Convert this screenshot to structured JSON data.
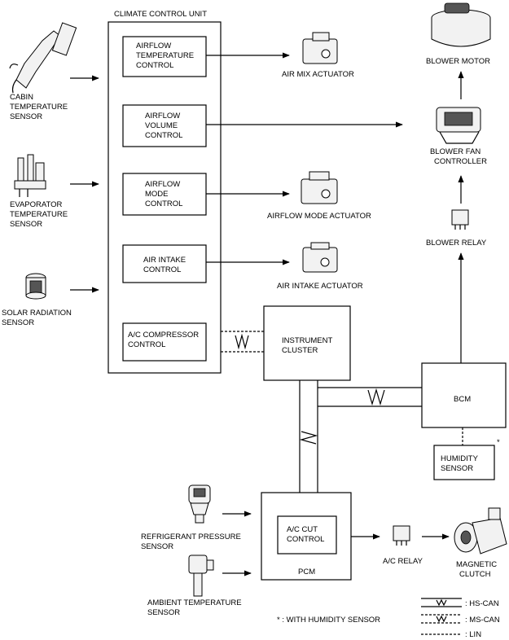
{
  "units": {
    "climate_control_unit": "CLIMATE CONTROL UNIT",
    "airflow_temperature_control": [
      "AIRFLOW",
      "TEMPERATURE",
      "CONTROL"
    ],
    "airflow_volume_control": [
      "AIRFLOW",
      "VOLUME",
      "CONTROL"
    ],
    "airflow_mode_control": [
      "AIRFLOW",
      "MODE",
      "CONTROL"
    ],
    "air_intake_control": [
      "AIR INTAKE",
      "CONTROL"
    ],
    "ac_compressor_control": [
      "A/C COMPRESSOR",
      "CONTROL"
    ],
    "instrument_cluster": [
      "INSTRUMENT",
      "CLUSTER"
    ],
    "bcm": "BCM",
    "pcm": "PCM",
    "ac_cut_control": [
      "A/C CUT",
      "CONTROL"
    ],
    "humidity_sensor": [
      "HUMIDITY",
      "SENSOR"
    ],
    "humidity_asterisk": "*"
  },
  "sensors": {
    "cabin_temperature": [
      "CABIN",
      "TEMPERATURE",
      "SENSOR"
    ],
    "evaporator_temperature": [
      "EVAPORATOR",
      "TEMPERATURE",
      "SENSOR"
    ],
    "solar_radiation": [
      "SOLAR RADIATION",
      "SENSOR"
    ],
    "refrigerant_pressure": [
      "REFRIGERANT PRESSURE",
      "SENSOR"
    ],
    "ambient_temperature": [
      "AMBIENT TEMPERATURE",
      "SENSOR"
    ]
  },
  "actuators": {
    "air_mix": "AIR MIX ACTUATOR",
    "airflow_mode": "AIRFLOW MODE ACTUATOR",
    "air_intake": "AIR INTAKE ACTUATOR",
    "blower_motor": "BLOWER MOTOR",
    "blower_fan_controller": [
      "BLOWER FAN",
      "CONTROLLER"
    ],
    "blower_relay": "BLOWER RELAY",
    "ac_relay": "A/C RELAY",
    "magnetic_clutch": [
      "MAGNETIC",
      "CLUTCH"
    ]
  },
  "footnote": "* : WITH HUMIDITY SENSOR",
  "legend": {
    "hs_can": ": HS-CAN",
    "ms_can": ": MS-CAN",
    "lin": ": LIN"
  }
}
